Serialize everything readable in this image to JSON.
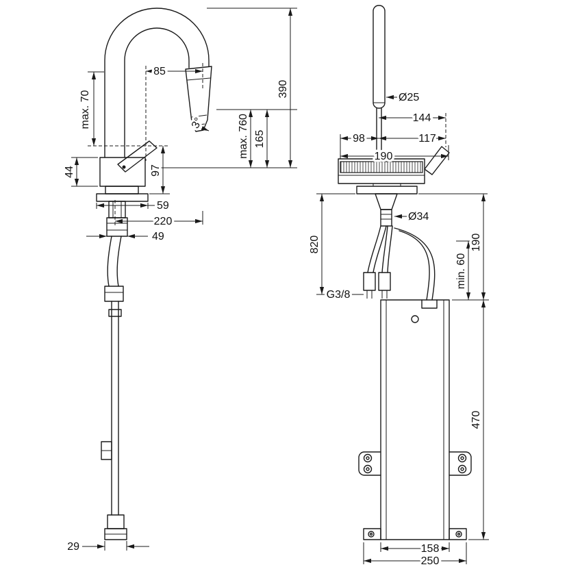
{
  "colors": {
    "line": "#1a1a1a",
    "background": "#ffffff"
  },
  "labels": {
    "max70": "max. 70",
    "d85": "85",
    "d390": "390",
    "d165": "165",
    "max760": "max. 760",
    "angle3": "3°",
    "d97": "97",
    "d44": "44",
    "d59": "59",
    "d220": "220",
    "d49": "49",
    "d29": "29",
    "dia25": "Ø25",
    "d144": "144",
    "d98": "98",
    "d117": "117",
    "d190width": "190",
    "dia34": "Ø34",
    "d820": "820",
    "g38": "G3/8",
    "min60": "min. 60",
    "d190depth": "190",
    "d470": "470",
    "d158": "158",
    "d250": "250"
  }
}
